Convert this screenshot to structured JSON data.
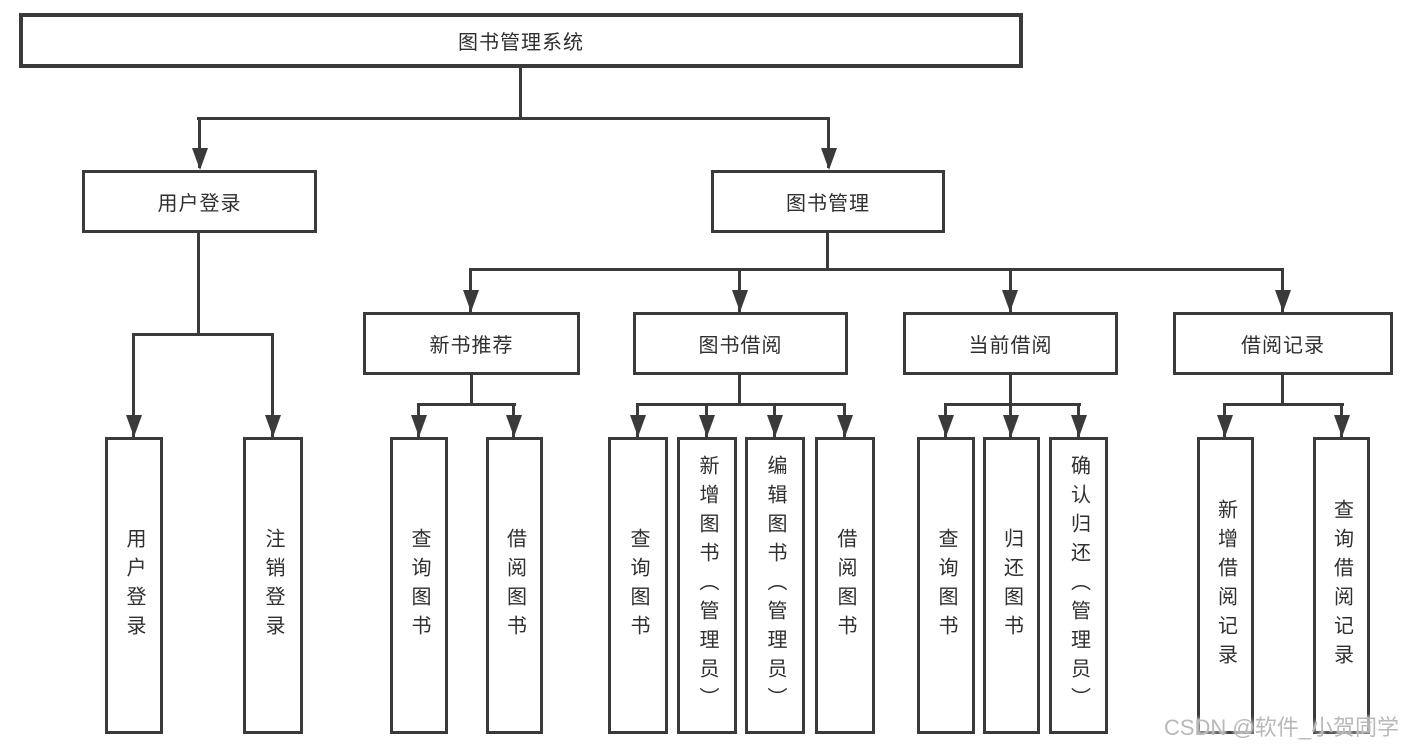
{
  "diagram": {
    "type": "hierarchy",
    "colors": {
      "line": "#3a3a3a",
      "text": "#2f2f2f",
      "background": "#ffffff",
      "watermark": "#b9b9b9"
    },
    "tree": {
      "label": "图书管理系统",
      "children": [
        {
          "label": "用户登录",
          "children": [
            {
              "label": "用户登录"
            },
            {
              "label": "注销登录"
            }
          ]
        },
        {
          "label": "图书管理",
          "children": [
            {
              "label": "新书推荐",
              "children": [
                {
                  "label": "查询图书"
                },
                {
                  "label": "借阅图书"
                }
              ]
            },
            {
              "label": "图书借阅",
              "children": [
                {
                  "label": "查询图书"
                },
                {
                  "label": "新增图书（管理员）"
                },
                {
                  "label": "编辑图书（管理员）"
                },
                {
                  "label": "借阅图书"
                }
              ]
            },
            {
              "label": "当前借阅",
              "children": [
                {
                  "label": "查询图书"
                },
                {
                  "label": "归还图书"
                },
                {
                  "label": "确认归还（管理员）"
                }
              ]
            },
            {
              "label": "借阅记录",
              "children": [
                {
                  "label": "新增借阅记录"
                },
                {
                  "label": "查询借阅记录"
                }
              ]
            }
          ]
        }
      ]
    },
    "watermark": {
      "text": "CSDN @软件_小贺同学"
    }
  }
}
